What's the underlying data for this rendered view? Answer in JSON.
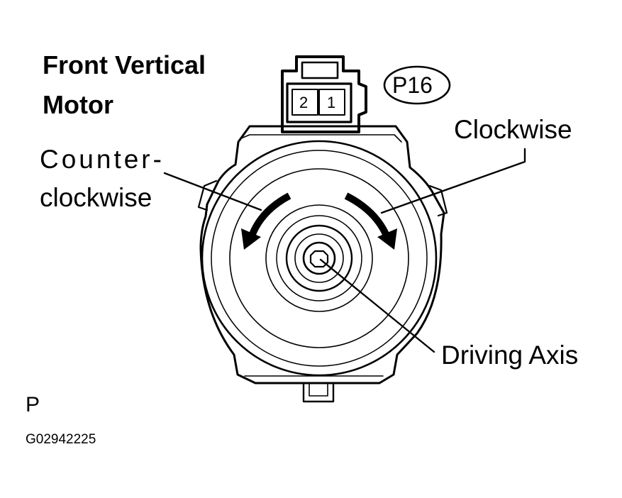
{
  "title": {
    "line1": "Front Vertical",
    "line2": "Motor"
  },
  "connector": {
    "id_badge": "P16",
    "pins": [
      "2",
      "1"
    ]
  },
  "labels": {
    "clockwise": "Clockwise",
    "counter_clockwise_line1": "Counter-",
    "counter_clockwise_line2": "clockwise",
    "driving_axis": "Driving Axis"
  },
  "footer": {
    "section": "P",
    "figure_code": "G02942225"
  }
}
